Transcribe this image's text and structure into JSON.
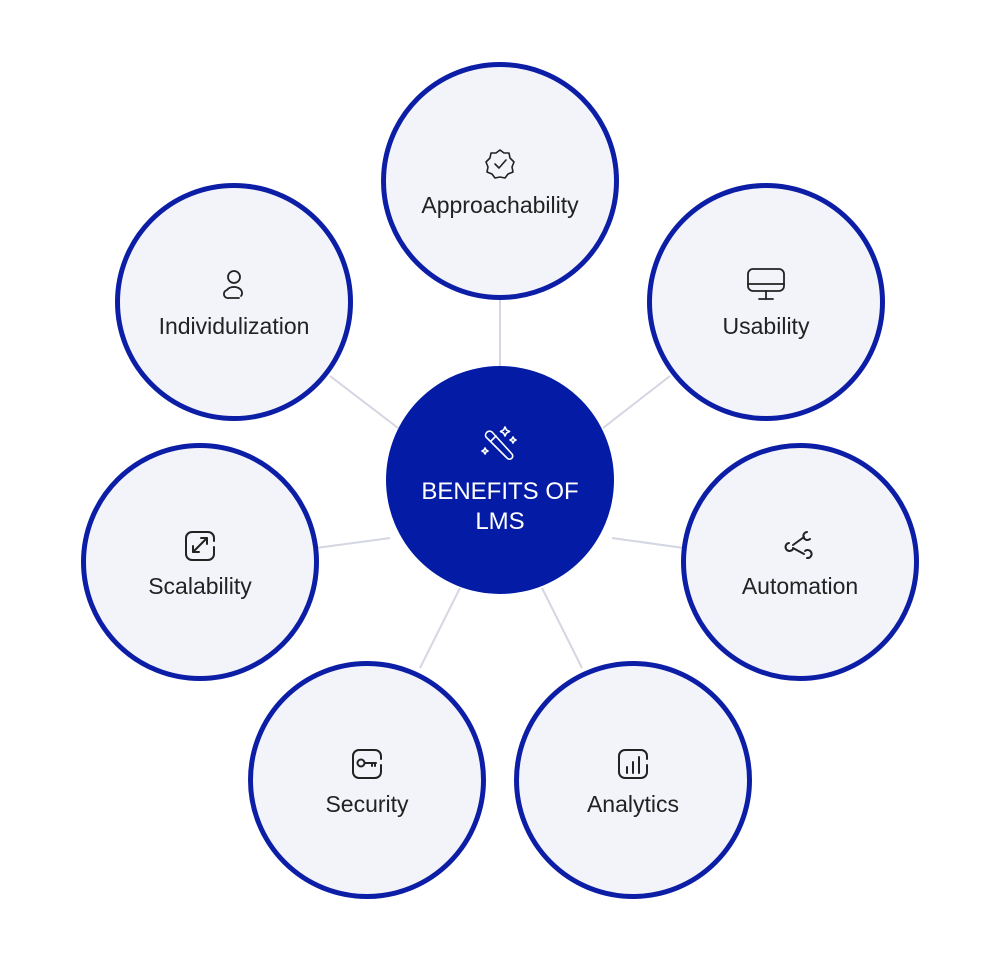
{
  "title": "BENEFITS OF LMS",
  "center": {
    "label": "BENEFITS OF LMS",
    "icon": "magic-wand-icon"
  },
  "nodes": [
    {
      "label": "Approachability",
      "icon": "verified-badge-icon"
    },
    {
      "label": "Usability",
      "icon": "monitor-icon"
    },
    {
      "label": "Automation",
      "icon": "workflow-branch-icon"
    },
    {
      "label": "Analytics",
      "icon": "bar-chart-icon"
    },
    {
      "label": "Security",
      "icon": "key-icon"
    },
    {
      "label": "Scalability",
      "icon": "expand-arrows-icon"
    },
    {
      "label": "Individulization",
      "icon": "user-icon"
    }
  ],
  "colors": {
    "accent": "#041ca5",
    "ring": "#0d1ea6",
    "node_fill": "#f3f4fa",
    "connector": "#d4d6e2"
  }
}
